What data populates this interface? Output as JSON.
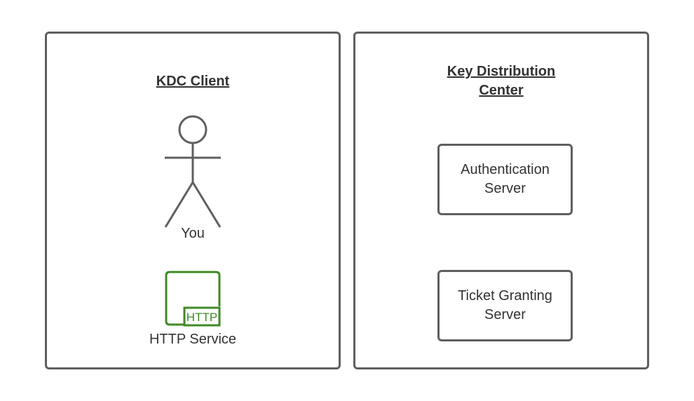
{
  "client_panel": {
    "title": "KDC Client",
    "actor_label": "You",
    "service_label": "HTTP Service",
    "service_badge": "HTTP"
  },
  "kdc_panel": {
    "title_line1": "Key Distribution",
    "title_line2": "Center",
    "auth_server_line1": "Authentication",
    "auth_server_line2": "Server",
    "tgs_line1": "Ticket Granting",
    "tgs_line2": "Server"
  },
  "colors": {
    "border": "#5f5f5f",
    "service_green": "#3f8a24"
  },
  "icons": {
    "actor": "stick-figure-icon",
    "service": "http-service-icon"
  }
}
